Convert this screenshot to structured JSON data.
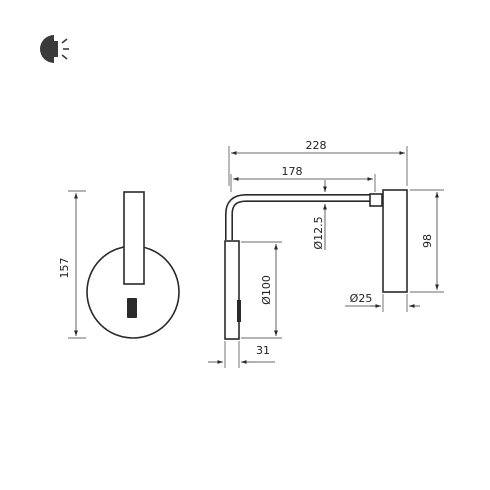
{
  "icon": {
    "name": "adjustable-light-icon",
    "color": "#3a3a3a"
  },
  "dimensions": {
    "overall_length": "228",
    "arm_length": "178",
    "arm_diameter": "Ø12.5",
    "head_length": "98",
    "head_diameter": "Ø25",
    "base_diameter": "Ø100",
    "base_depth": "31",
    "base_height": "157"
  },
  "colors": {
    "line": "#2a2a2a",
    "background": "#ffffff"
  }
}
